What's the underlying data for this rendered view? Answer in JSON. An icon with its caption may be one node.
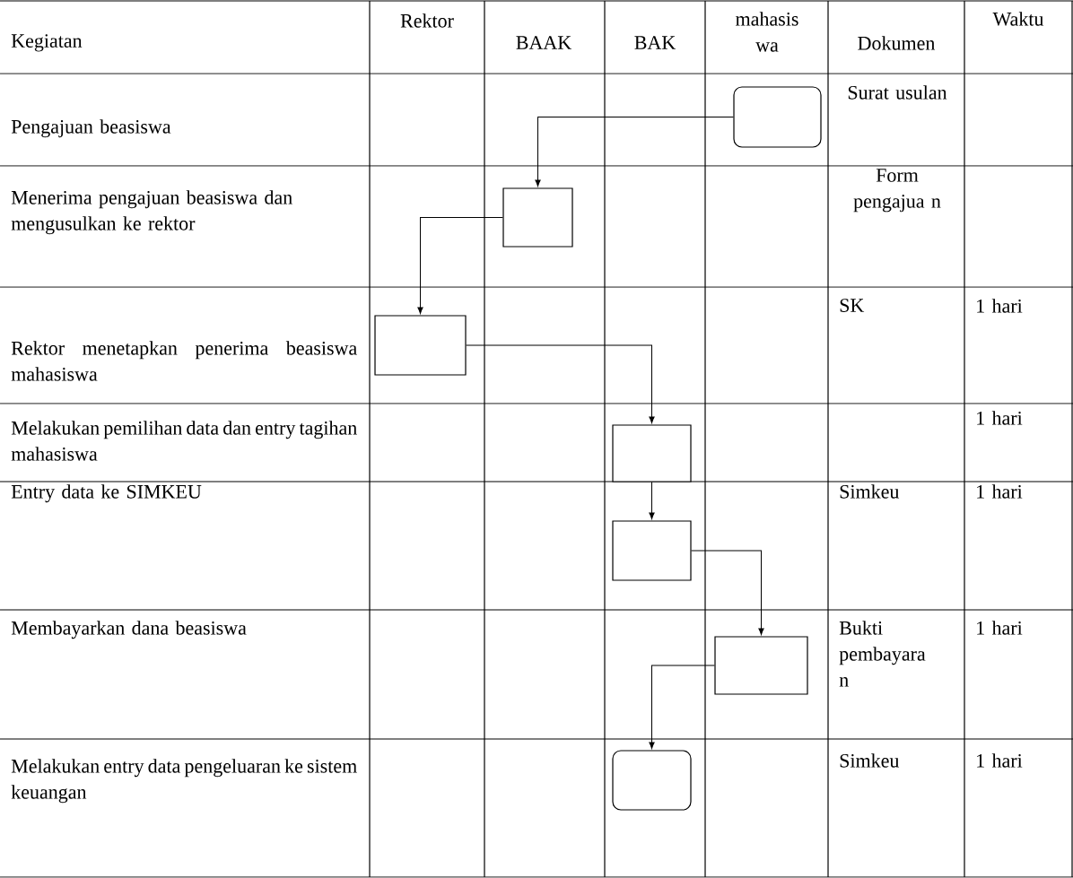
{
  "diagram": {
    "nodes": [
      {
        "text": [],
        "shape": "rounded"
      },
      {
        "text": [],
        "shape": "box"
      },
      {
        "text": [],
        "shape": "box"
      },
      {
        "text": [],
        "shape": "box"
      },
      {
        "text": [],
        "shape": "box"
      },
      {
        "text": [],
        "shape": "box"
      },
      {
        "text": [],
        "shape": "rounded"
      }
    ],
    "edges": [
      {
        "from": 0,
        "to": 1,
        "arrow": "to"
      },
      {
        "from": 1,
        "to": 2,
        "arrow": "to"
      },
      {
        "from": 2,
        "to": 3,
        "arrow": "to"
      },
      {
        "from": 3,
        "to": 4,
        "arrow": "to"
      },
      {
        "from": 4,
        "to": 5,
        "arrow": "to"
      },
      {
        "from": 5,
        "to": 6,
        "arrow": "to"
      }
    ],
    "labels": [
      "Kegiatan",
      "Rektor",
      "BAAK",
      "BAK",
      "mahasis wa",
      "Dokumen",
      "Waktu",
      "Pengajuan beasiswa",
      "Surat usulan",
      "Menerima pengajuan beasiswa dan mengusulkan ke rektor",
      "Form pengajua n",
      "Rektor menetapkan penerima beasiswa mahasiswa",
      "SK",
      "1 hari",
      "Melakukan pemilihan data dan entry tagihan mahasiswa",
      "1 hari",
      "Entry data ke SIMKEU",
      "Simkeu",
      "1 hari",
      "Membayarkan dana beasiswa",
      "Bukti pembayara n",
      "1 hari",
      "Melakukan entry data pengeluaran ke sistem keuangan",
      "Simkeu",
      "1 hari"
    ]
  }
}
